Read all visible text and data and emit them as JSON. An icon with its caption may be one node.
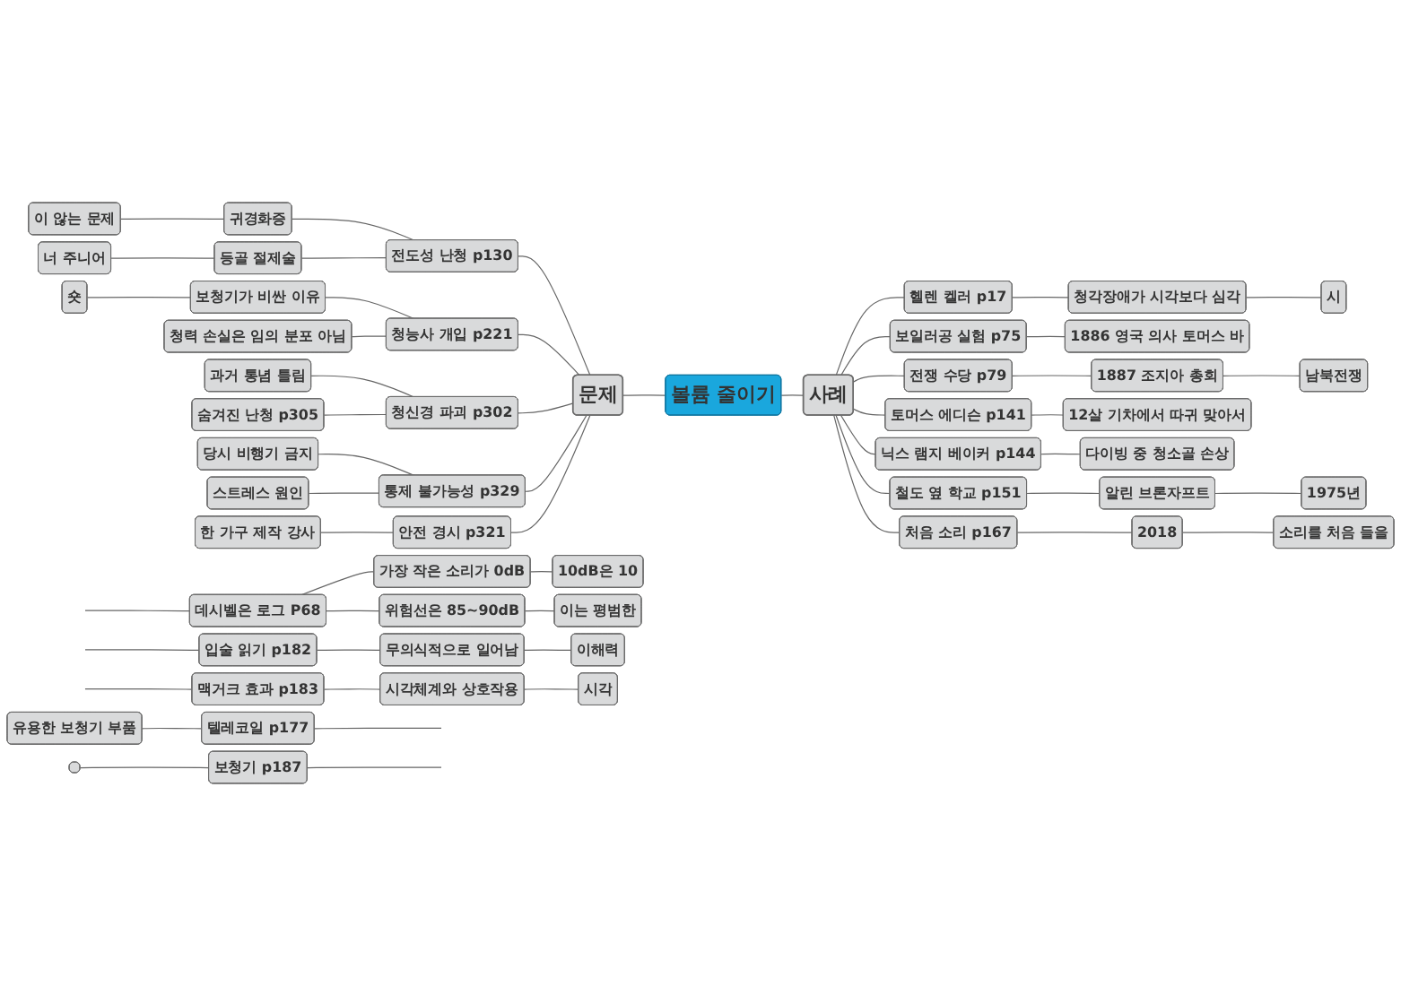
{
  "diagram": {
    "nodes": [
      {
        "text": [
          "볼륨 줄이기"
        ]
      },
      {
        "text": [
          "문제"
        ]
      },
      {
        "text": [
          "사례"
        ]
      },
      {
        "text": [
          "전도성 난청 p130"
        ]
      },
      {
        "text": [
          "귀경화증"
        ]
      },
      {
        "text": [
          "이 않는 문제"
        ]
      },
      {
        "text": [
          "등골 절제술"
        ]
      },
      {
        "text": [
          "너 주니어"
        ]
      },
      {
        "text": [
          "청능사 개입 p221"
        ]
      },
      {
        "text": [
          "보청기가 비싼 이유"
        ]
      },
      {
        "text": [
          "숏"
        ]
      },
      {
        "text": [
          "청력 손실은 임의 분포 아님"
        ]
      },
      {
        "text": [
          "청신경 파괴 p302"
        ]
      },
      {
        "text": [
          "과거 통념 틀림"
        ]
      },
      {
        "text": [
          "숨겨진 난청 p305"
        ]
      },
      {
        "text": [
          "통제 불가능성 p329"
        ]
      },
      {
        "text": [
          "당시 비행기 금지"
        ]
      },
      {
        "text": [
          "스트레스 원인"
        ]
      },
      {
        "text": [
          "안전 경시 p321"
        ]
      },
      {
        "text": [
          "한 가구 제작 강사"
        ]
      },
      {
        "text": [
          "텔레코일 p177"
        ]
      },
      {
        "text": [
          "유용한 보청기 부품"
        ]
      },
      {
        "text": [
          "보청기 p187"
        ]
      },
      {
        "text": [],
        "shape": "box"
      },
      {
        "text": [
          "데시벨은 로그 P68"
        ]
      },
      {
        "text": [
          "가장 작은 소리가 0dB"
        ]
      },
      {
        "text": [
          "10dB은 10"
        ]
      },
      {
        "text": [
          "위험선은 85~90dB"
        ]
      },
      {
        "text": [
          "이는 평범한"
        ]
      },
      {
        "text": [
          "입술 읽기 p182"
        ]
      },
      {
        "text": [
          "무의식적으로 일어남"
        ]
      },
      {
        "text": [
          "이해력"
        ]
      },
      {
        "text": [
          "맥거크 효과 p183"
        ]
      },
      {
        "text": [
          "시각체계와 상호작용"
        ]
      },
      {
        "text": [
          "시각"
        ]
      },
      {
        "text": [
          "헬렌 켈러 p17"
        ]
      },
      {
        "text": [
          "청각장애가 시각보다 심각"
        ]
      },
      {
        "text": [
          "시"
        ]
      },
      {
        "text": [
          "보일러공 실험 p75"
        ]
      },
      {
        "text": [
          "1886 영국 의사 토머스 바"
        ]
      },
      {
        "text": [
          "전쟁 수당 p79"
        ]
      },
      {
        "text": [
          "1887 조지아 총회"
        ]
      },
      {
        "text": [
          "남북전쟁"
        ]
      },
      {
        "text": [
          "토머스 에디슨 p141"
        ]
      },
      {
        "text": [
          "12살 기차에서 따귀 맞아서"
        ]
      },
      {
        "text": [
          "닉스 램지 베이커 p144"
        ]
      },
      {
        "text": [
          "다이빙 중 청소골 손상"
        ]
      },
      {
        "text": [
          "철도 옆 학교 p151"
        ]
      },
      {
        "text": [
          "알린 브론자프트"
        ]
      },
      {
        "text": [
          "1975년"
        ]
      },
      {
        "text": [
          "처음 소리 p167"
        ]
      },
      {
        "text": [
          "2018"
        ]
      },
      {
        "text": [
          "소리를 처음 들을"
        ]
      }
    ],
    "edges": [
      {
        "from": 1,
        "to": 0,
        "arrow": "none"
      },
      {
        "from": 0,
        "to": 2,
        "arrow": "none"
      },
      {
        "from": 3,
        "to": 1,
        "arrow": "none"
      },
      {
        "from": 4,
        "to": 3,
        "arrow": "none"
      },
      {
        "from": 5,
        "to": 4,
        "arrow": "none"
      },
      {
        "from": 6,
        "to": 3,
        "arrow": "none"
      },
      {
        "from": 7,
        "to": 6,
        "arrow": "none"
      },
      {
        "from": 8,
        "to": 1,
        "arrow": "none"
      },
      {
        "from": 9,
        "to": 8,
        "arrow": "none"
      },
      {
        "from": 10,
        "to": 9,
        "arrow": "none"
      },
      {
        "from": 11,
        "to": 8,
        "arrow": "none"
      },
      {
        "from": 12,
        "to": 1,
        "arrow": "none"
      },
      {
        "from": 13,
        "to": 12,
        "arrow": "none"
      },
      {
        "from": 14,
        "to": 12,
        "arrow": "none"
      },
      {
        "from": 15,
        "to": 1,
        "arrow": "none"
      },
      {
        "from": 16,
        "to": 15,
        "arrow": "none"
      },
      {
        "from": 17,
        "to": 15,
        "arrow": "none"
      },
      {
        "from": 18,
        "to": 1,
        "arrow": "none"
      },
      {
        "from": 19,
        "to": 18,
        "arrow": "none"
      },
      {
        "from": 20,
        "to": null,
        "arrow": "none"
      },
      {
        "from": 21,
        "to": 20,
        "arrow": "none"
      },
      {
        "from": 22,
        "to": null,
        "arrow": "none"
      },
      {
        "from": 23,
        "to": 22,
        "arrow": "none"
      },
      {
        "from": null,
        "to": 24,
        "arrow": "none"
      },
      {
        "from": 24,
        "to": 25,
        "arrow": "none"
      },
      {
        "from": 25,
        "to": 26,
        "arrow": "none"
      },
      {
        "from": 24,
        "to": 27,
        "arrow": "none"
      },
      {
        "from": 27,
        "to": 28,
        "arrow": "none"
      },
      {
        "from": null,
        "to": 29,
        "arrow": "none"
      },
      {
        "from": 29,
        "to": 30,
        "arrow": "none"
      },
      {
        "from": 30,
        "to": 31,
        "arrow": "none"
      },
      {
        "from": null,
        "to": 32,
        "arrow": "none"
      },
      {
        "from": 32,
        "to": 33,
        "arrow": "none"
      },
      {
        "from": 33,
        "to": 34,
        "arrow": "none"
      },
      {
        "from": 2,
        "to": 35,
        "arrow": "none"
      },
      {
        "from": 35,
        "to": 36,
        "arrow": "none"
      },
      {
        "from": 36,
        "to": 37,
        "arrow": "none"
      },
      {
        "from": 2,
        "to": 38,
        "arrow": "none"
      },
      {
        "from": 38,
        "to": 39,
        "arrow": "none"
      },
      {
        "from": 2,
        "to": 40,
        "arrow": "none"
      },
      {
        "from": 40,
        "to": 41,
        "arrow": "none"
      },
      {
        "from": 41,
        "to": 42,
        "arrow": "none"
      },
      {
        "from": 2,
        "to": 43,
        "arrow": "none"
      },
      {
        "from": 43,
        "to": 44,
        "arrow": "none"
      },
      {
        "from": 2,
        "to": 45,
        "arrow": "none"
      },
      {
        "from": 45,
        "to": 46,
        "arrow": "none"
      },
      {
        "from": 2,
        "to": 47,
        "arrow": "none"
      },
      {
        "from": 47,
        "to": 48,
        "arrow": "none"
      },
      {
        "from": 48,
        "to": 49,
        "arrow": "none"
      },
      {
        "from": 2,
        "to": 50,
        "arrow": "none"
      },
      {
        "from": 50,
        "to": 51,
        "arrow": "none"
      },
      {
        "from": 51,
        "to": 52,
        "arrow": "none"
      }
    ]
  }
}
